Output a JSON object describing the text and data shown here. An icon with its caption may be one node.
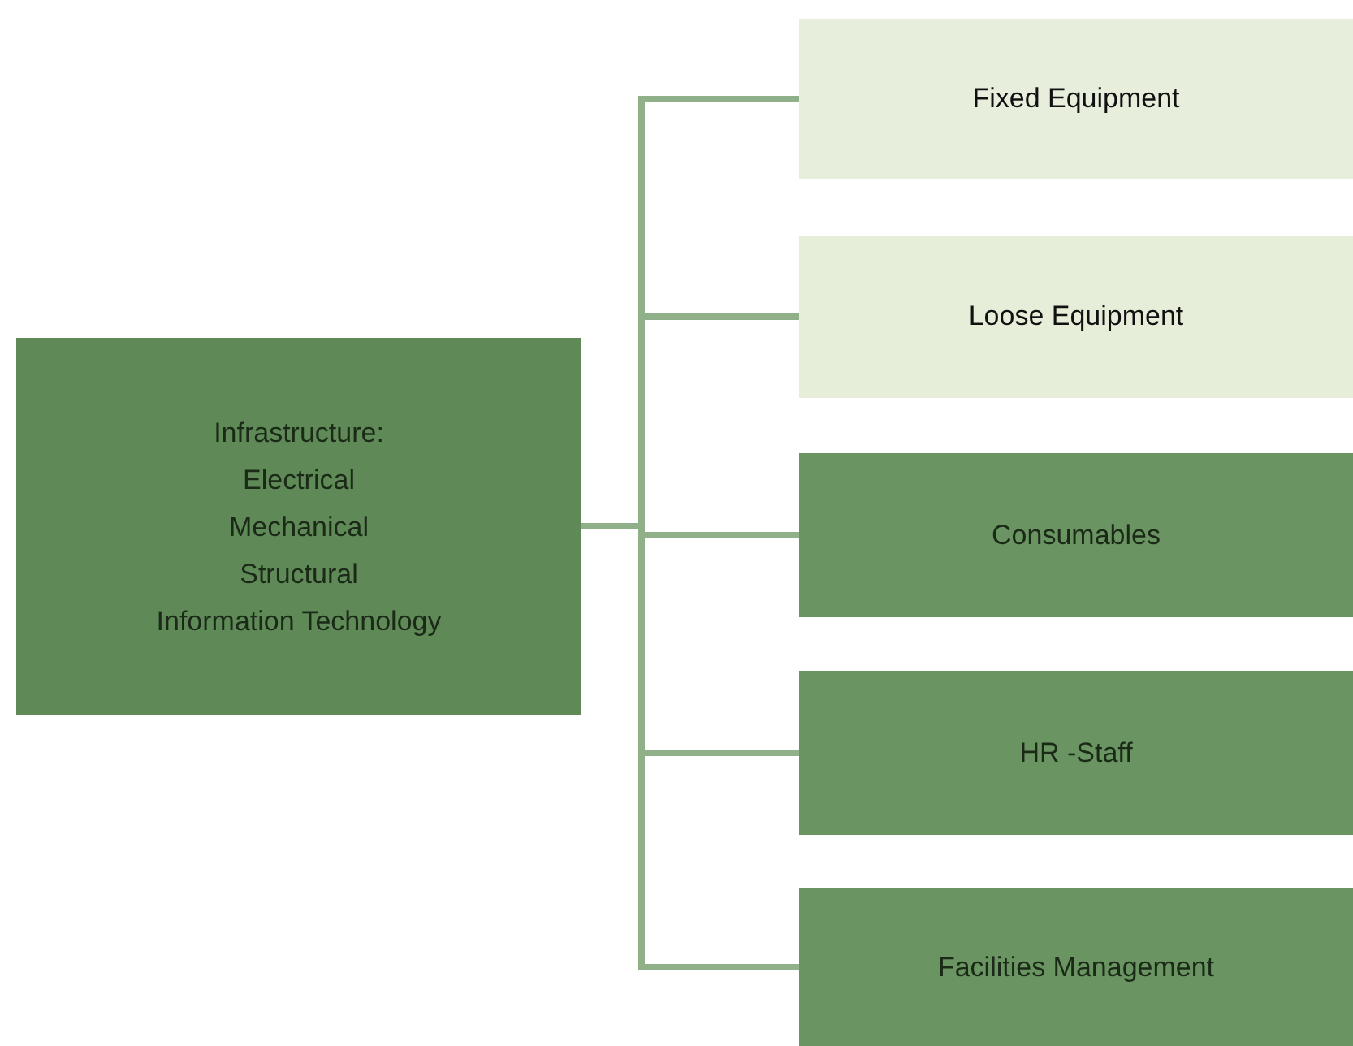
{
  "diagram": {
    "nodes": [
      {
        "text": [
          "Infrastructure:",
          "Electrical",
          "Mechanical",
          "Structural",
          "Information Technology"
        ]
      },
      {
        "text": [
          "Fixed Equipment"
        ]
      },
      {
        "text": [
          "Loose Equipment"
        ]
      },
      {
        "text": [
          "Consumables"
        ]
      },
      {
        "text": [
          "HR -Staff"
        ]
      },
      {
        "text": [
          "Facilities Management"
        ]
      }
    ],
    "edges": [
      {
        "from": 0,
        "to": 1,
        "arrow": "none"
      },
      {
        "from": 0,
        "to": 2,
        "arrow": "none"
      },
      {
        "from": 0,
        "to": 3,
        "arrow": "none"
      },
      {
        "from": 0,
        "to": 4,
        "arrow": "none"
      },
      {
        "from": 0,
        "to": 5,
        "arrow": "none"
      }
    ]
  }
}
